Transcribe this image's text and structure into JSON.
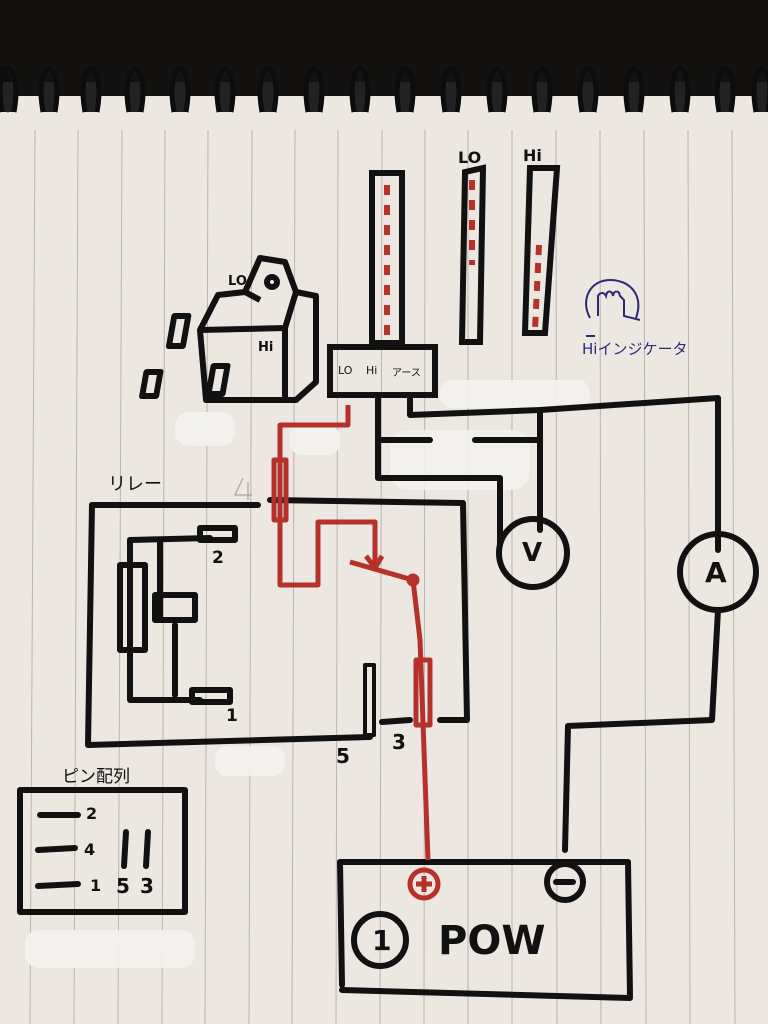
{
  "colors": {
    "background": "#141210",
    "paper": "#ece8e1",
    "rule_line": "#b9b4ad",
    "ink_black": "#111111",
    "ink_red": "#b5312a",
    "ink_blue": "#2a2a78",
    "correction_white": "#f4f3f0"
  },
  "diagram": {
    "type": "hand-drawn wiring diagram on lined notebook paper",
    "switch_component": {
      "lever_labels": [
        "LO",
        "Hi"
      ]
    },
    "connector": {
      "terminal_labels": [
        "LO",
        "Hi",
        "アース"
      ]
    },
    "level_bars": [
      {
        "label": "LO"
      },
      {
        "label": "Hi"
      }
    ],
    "indicator": {
      "label": "Hiインジケータ"
    },
    "relay": {
      "title": "リレー",
      "pins": [
        "2",
        "1",
        "5",
        "3"
      ],
      "ghost_pin_label": "4"
    },
    "pin_layout": {
      "title": "ピン配列",
      "rows": [
        "2",
        "4",
        "1"
      ],
      "bottom_numbers": [
        "5",
        "3"
      ]
    },
    "meters": [
      {
        "symbol": "V",
        "name": "voltmeter"
      },
      {
        "symbol": "A",
        "name": "ammeter"
      }
    ],
    "power_supply": {
      "number": "1",
      "label": "POW",
      "positive": "+",
      "negative": "−"
    }
  }
}
